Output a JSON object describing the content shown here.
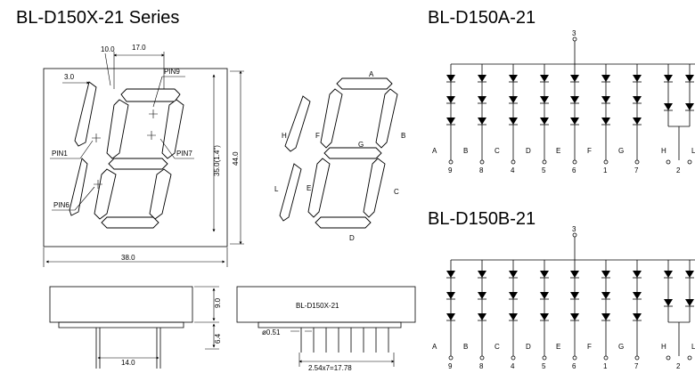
{
  "titles": {
    "series": "BL-D150X-21 Series",
    "variant_a": "BL-D150A-21",
    "variant_b": "BL-D150B-21"
  },
  "front_view": {
    "dims": {
      "seg_spacing": "10.0",
      "top_width": "17.0",
      "slant": "3.0",
      "height_char": "35.0(1.4\")",
      "height_total": "44.0",
      "width_total": "38.0"
    },
    "pins": {
      "pin9": "PIN9",
      "pin1": "PIN1",
      "pin7": "PIN7",
      "pin6": "PIN6"
    }
  },
  "segment_view": {
    "labels": {
      "A": "A",
      "B": "B",
      "C": "C",
      "D": "D",
      "E": "E",
      "F": "F",
      "G": "G",
      "H": "H",
      "L": "L"
    }
  },
  "side_view": {
    "height": "9.0",
    "pin_length": "6.4",
    "pin_pitch_span": "14.0",
    "pin_diameter": "ø0.51",
    "part_label": "BL-D150X-21",
    "pitch": "2.54x7=17.78"
  },
  "schematic": {
    "common_pin": "3",
    "segments": [
      "A",
      "B",
      "C",
      "D",
      "E",
      "F",
      "G",
      "H",
      "L"
    ],
    "pins": [
      "9",
      "8",
      "4",
      "5",
      "6",
      "1",
      "7",
      "2",
      "2"
    ]
  }
}
